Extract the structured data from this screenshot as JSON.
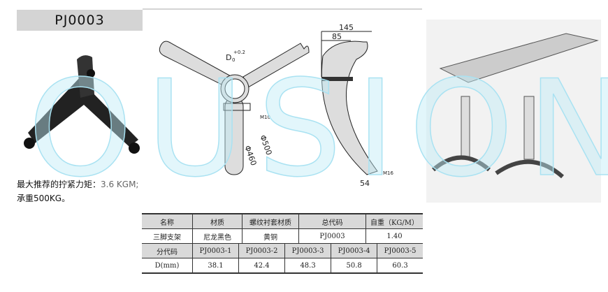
{
  "title": "PJ0003",
  "description": {
    "line1_prefix": "最大推荐的拧紧力矩：",
    "line1_value": "3.6 KGM;",
    "line2": "承重500KG。"
  },
  "watermark": "OUSION",
  "drawing": {
    "d_label": "D",
    "tol": "+0.2",
    "tol_low": "0",
    "m10": "M10",
    "d460": "Φ460",
    "d500": "Φ500",
    "w145": "145",
    "w85": "85",
    "m16": "M16",
    "w54": "54"
  },
  "table": {
    "header1": [
      "名称",
      "材质",
      "螺纹衬套材质",
      "总代码",
      "自重（KG/M）"
    ],
    "row1": [
      "三脚支架",
      "尼龙黑色",
      "黄铜",
      "PJ0003",
      "1.40"
    ],
    "header2": [
      "分代码",
      "PJ0003-1",
      "PJ0003-2",
      "PJ0003-3",
      "PJ0003-4",
      "PJ0003-5"
    ],
    "row2": [
      "D(mm)",
      "38.1",
      "42.4",
      "48.3",
      "50.8",
      "60.3"
    ]
  }
}
